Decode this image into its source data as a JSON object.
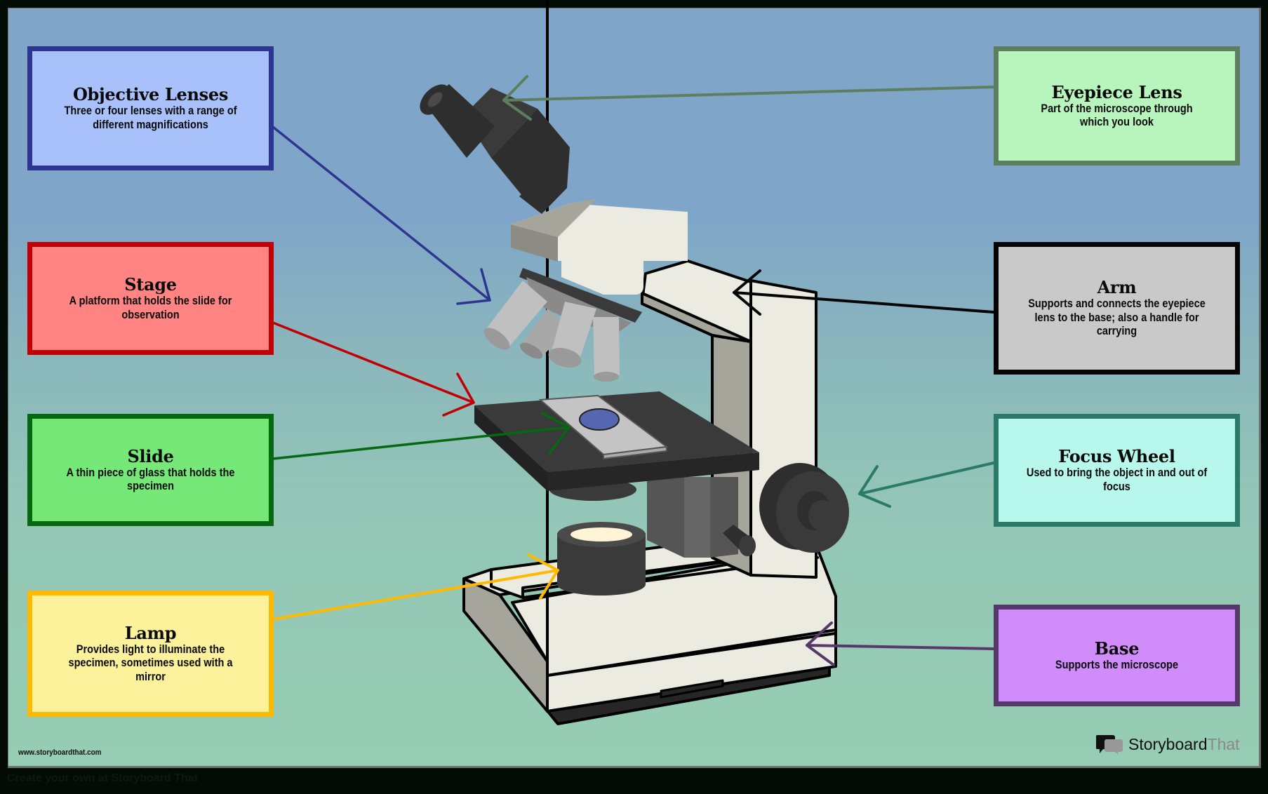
{
  "diagram": {
    "subject": "Microscope",
    "background_colors": {
      "top": "#7fa6c8",
      "bottom": "#97cdb4",
      "frame": "#020b05"
    },
    "labels": [
      {
        "id": "objective",
        "title": "Objective Lenses",
        "description": "Three or four lenses with a range of different magnifications",
        "fill": "#a8c1fb",
        "border": "#2e3591",
        "side": "left"
      },
      {
        "id": "stage",
        "title": "Stage",
        "description": "A platform that holds the slide for observation",
        "fill": "#ff8482",
        "border": "#c10005",
        "side": "left"
      },
      {
        "id": "slide",
        "title": "Slide",
        "description": "A thin piece of glass that holds the specimen",
        "fill": "#76e878",
        "border": "#066810",
        "side": "left"
      },
      {
        "id": "lamp",
        "title": "Lamp",
        "description": "Provides light to illuminate the specimen, sometimes used with a mirror",
        "fill": "#fcf29c",
        "border": "#ffba00",
        "side": "left"
      },
      {
        "id": "eyepiece",
        "title": "Eyepiece Lens",
        "description": "Part of the microscope through which you look",
        "fill": "#b8f5bd",
        "border": "#5d7f5f",
        "side": "right"
      },
      {
        "id": "arm",
        "title": "Arm",
        "description": "Supports and connects the eyepiece lens to the base; also a handle for carrying",
        "fill": "#c9c9c9",
        "border": "#050505",
        "side": "right"
      },
      {
        "id": "focus",
        "title": "Focus Wheel",
        "description": "Used to bring the object in and out of focus",
        "fill": "#b8f8ec",
        "border": "#2b7a68",
        "side": "right"
      },
      {
        "id": "base",
        "title": "Base",
        "description": "Supports the microscope",
        "fill": "#d08cfa",
        "border": "#553a69",
        "side": "right"
      }
    ]
  },
  "footer": {
    "url": "www.storyboardthat.com",
    "create_text": "Create your own at Storyboard That",
    "logo_word1": "Storyboard",
    "logo_word2": "That",
    "logo_icon": "speech-bubbles-icon"
  }
}
